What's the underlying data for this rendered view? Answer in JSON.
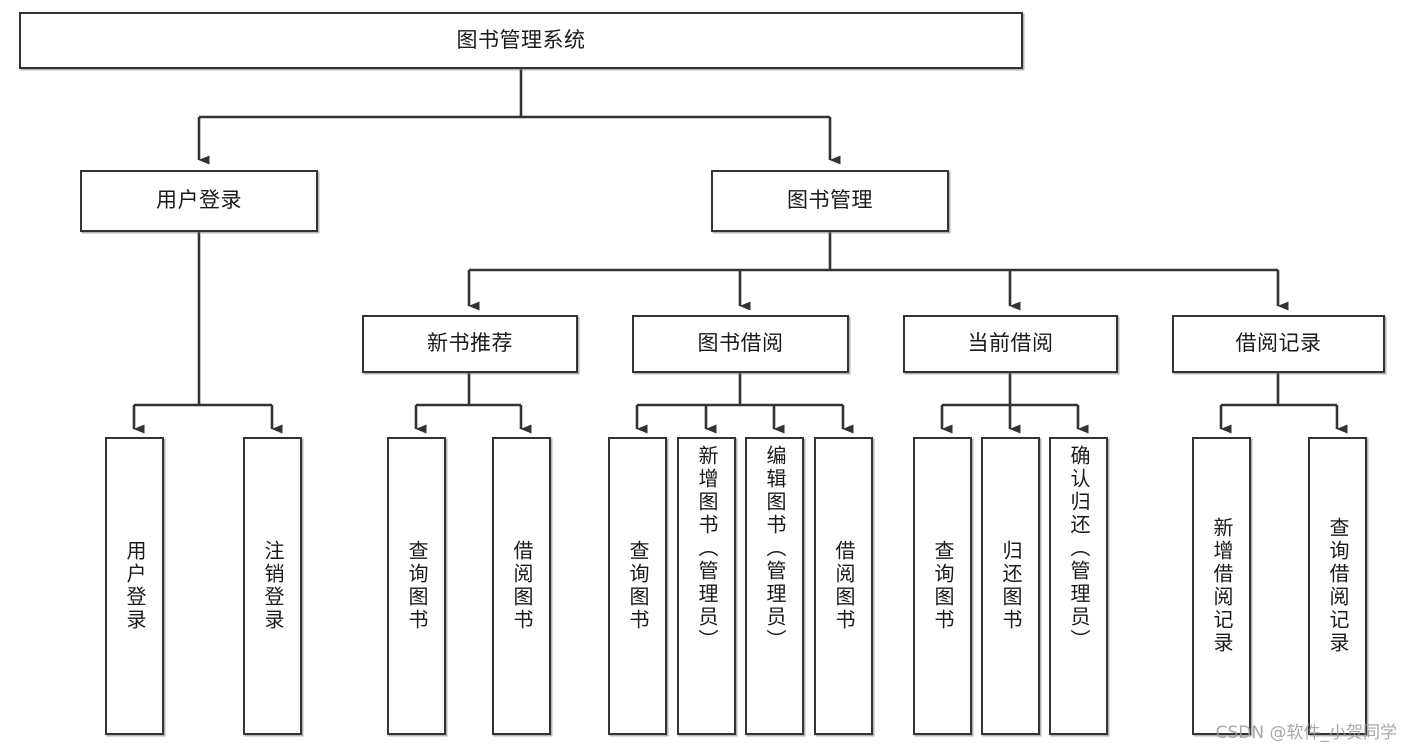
{
  "diagram": {
    "type": "tree-hierarchy",
    "title": "图书管理系统",
    "orientation": "top-down",
    "colors": {
      "box_border": "#333333",
      "box_fill": "#ffffff",
      "connector": "#333333",
      "text": "#1a1a1a",
      "watermark": "#9a9a9a",
      "background": "#ffffff"
    },
    "root": {
      "label": "图书管理系统"
    },
    "level2": [
      {
        "id": "user-login",
        "label": "用户登录"
      },
      {
        "id": "book-management",
        "label": "图书管理"
      }
    ],
    "level3": [
      {
        "id": "new-book-recommend",
        "label": "新书推荐",
        "parent": "book-management"
      },
      {
        "id": "book-borrow",
        "label": "图书借阅",
        "parent": "book-management"
      },
      {
        "id": "current-borrow",
        "label": "当前借阅",
        "parent": "book-management"
      },
      {
        "id": "borrow-record",
        "label": "借阅记录",
        "parent": "book-management"
      }
    ],
    "leaves": {
      "user-login": [
        {
          "id": "leaf-user-login",
          "label": "用户登录"
        },
        {
          "id": "leaf-logout-login",
          "label": "注销登录"
        }
      ],
      "new-book-recommend": [
        {
          "id": "leaf-query-book-1",
          "label": "查询图书"
        },
        {
          "id": "leaf-borrow-book-1",
          "label": "借阅图书"
        }
      ],
      "book-borrow": [
        {
          "id": "leaf-query-book-2",
          "label": "查询图书"
        },
        {
          "id": "leaf-add-book",
          "label": "新增图书（管理员）"
        },
        {
          "id": "leaf-edit-book",
          "label": "编辑图书（管理员）"
        },
        {
          "id": "leaf-borrow-book-2",
          "label": "借阅图书"
        }
      ],
      "current-borrow": [
        {
          "id": "leaf-query-book-3",
          "label": "查询图书"
        },
        {
          "id": "leaf-return-book",
          "label": "归还图书"
        },
        {
          "id": "leaf-confirm-return",
          "label": "确认归还（管理员）"
        }
      ],
      "borrow-record": [
        {
          "id": "leaf-add-record",
          "label": "新增借阅记录"
        },
        {
          "id": "leaf-query-record",
          "label": "查询借阅记录"
        }
      ]
    }
  },
  "watermark": {
    "text": "CSDN @软件_小贺同学"
  }
}
